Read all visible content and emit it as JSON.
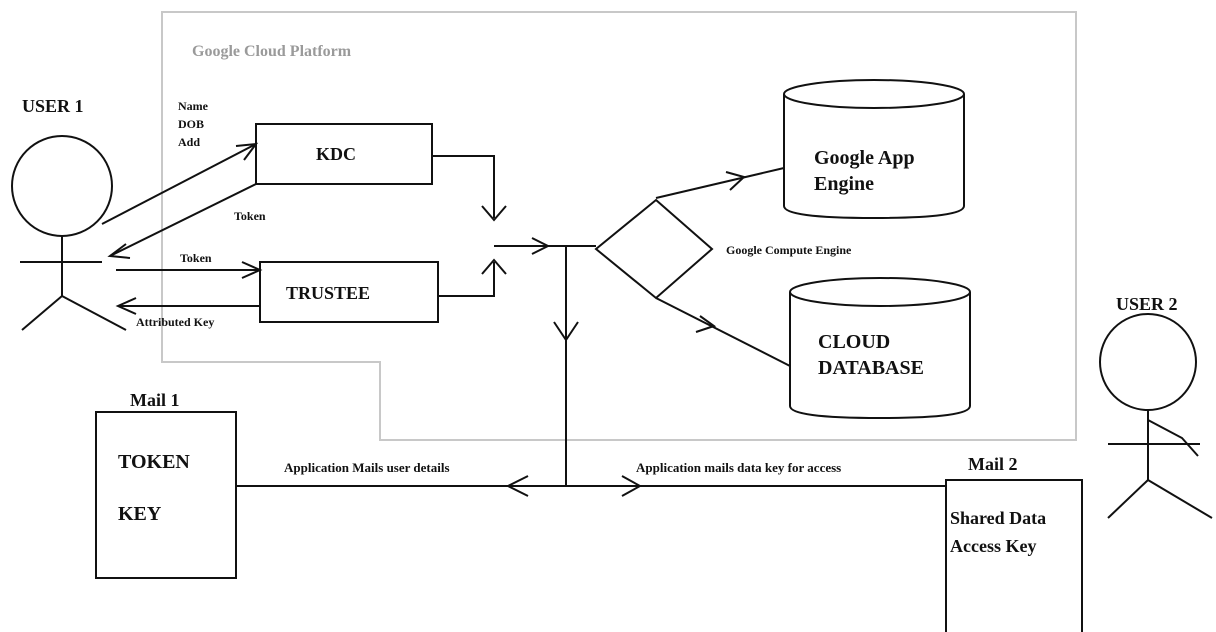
{
  "platform": {
    "title": "Google Cloud Platform"
  },
  "actors": {
    "user1": "USER 1",
    "user2": "USER 2"
  },
  "kdc": {
    "label": "KDC",
    "inputs": [
      "Name",
      "DOB",
      "Add"
    ]
  },
  "trustee": {
    "label": "TRUSTEE"
  },
  "flows": {
    "token_from_kdc": "Token",
    "token_to_trustee": "Token",
    "attributed_key": "Attributed Key",
    "mail_user_details": "Application Mails user details",
    "mail_data_key": "Application mails data key for access"
  },
  "compute": {
    "label": "Google Compute Engine"
  },
  "app_engine": {
    "line1": "Google App",
    "line2": "Engine"
  },
  "cloud_db": {
    "line1": "CLOUD",
    "line2": "DATABASE"
  },
  "mail1": {
    "title": "Mail  1",
    "line1": "TOKEN",
    "line2": "KEY"
  },
  "mail2": {
    "title": "Mail 2",
    "line1": "Shared Data",
    "line2": "Access Key"
  }
}
